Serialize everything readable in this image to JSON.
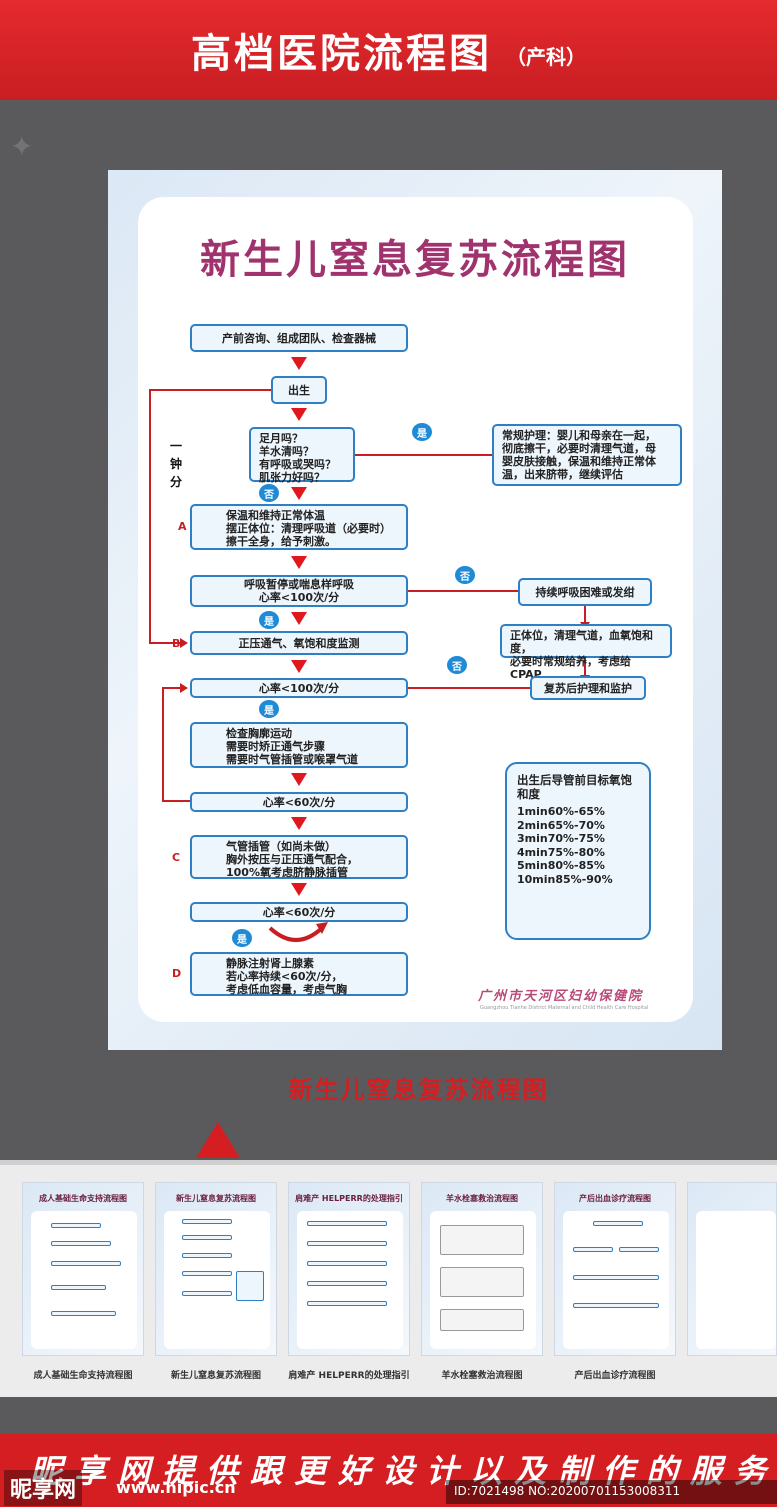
{
  "header": {
    "title": "高档医院流程图",
    "subtitle": "（产科）"
  },
  "poster": {
    "title": "新生儿窒息复苏流程图",
    "steps": {
      "s1": "产前咨询、组成团队、检查器械",
      "s2": "出生",
      "s3": [
        "足月吗？",
        "羊水清吗？",
        "有呼吸或哭吗？",
        "肌张力好吗？"
      ],
      "s4": [
        "保温和维持正常体温",
        "摆正体位：清理呼吸道（必要时）",
        "擦干全身，给予刺激。"
      ],
      "s5": [
        "呼吸暂停或喘息样呼吸",
        "心率<100次/分"
      ],
      "s6": "正压通气、氧饱和度监测",
      "s7": "心率<100次/分",
      "s8": [
        "检查胸廓运动",
        "需要时矫正通气步骤",
        "需要时气管插管或喉罩气道"
      ],
      "s9": "心率<60次/分",
      "s10": [
        "气管插管（如尚未做）",
        "胸外按压与正压通气配合，",
        "100%氧考虑脐静脉插管"
      ],
      "s11": "心率<60次/分",
      "s12": [
        "静脉注射肾上腺素",
        "若心率持续<60次/分，",
        "考虑低血容量，考虑气胸"
      ],
      "r1": [
        "常规护理：婴儿和母亲在一起，",
        "彻底擦干，必要时清理气道，母",
        "婴皮肤接触，保温和维持正常体",
        "温，出来脐带，继续评估"
      ],
      "r2": "持续呼吸困难或发绀",
      "r3": [
        "正体位，清理气道，血氧饱和度，",
        "必要时常规给养，考虑给CPAP"
      ],
      "r4": "复苏后护理和监护"
    },
    "labels": {
      "yes": "是",
      "no": "否",
      "a": "A",
      "b": "B",
      "c": "C",
      "d": "D",
      "minute": "一钟分"
    },
    "spo2": {
      "title": "出生后导管前目标氧饱和度",
      "rows": [
        "1min60%-65%",
        "2min65%-70%",
        "3min70%-75%",
        "4min75%-80%",
        "5min80%-85%",
        "10min85%-90%"
      ]
    },
    "hospital": "广州市天河区妇幼保健院",
    "hospital_en": "Guangzhou Tianhe District Maternal and Child Health Care Hospital"
  },
  "caption": "新生儿窒息复苏流程图",
  "thumbnails": [
    {
      "title": "成人基础生命支持流程图",
      "label": "成人基础生命支持流程图"
    },
    {
      "title": "新生儿窒息复苏流程图",
      "label": "新生儿窒息复苏流程图"
    },
    {
      "title": "肩难产 HELPERR的处理指引",
      "label": "肩难产 HELPERR的处理指引"
    },
    {
      "title": "羊水栓塞救治流程图",
      "label": "羊水栓塞救治流程图"
    },
    {
      "title": "产后出血诊疗流程图",
      "label": "产后出血诊疗流程图"
    }
  ],
  "footer": {
    "slogan": "昵享网提供跟更好设计以及制作的服务",
    "logo": "昵享网",
    "url": "www.nipic.cn",
    "id_text": "ID:7021498 NO:20200701153008311"
  },
  "colors": {
    "red": "#d51e22",
    "blue": "#2f7fc4",
    "title_purple": "#a0336e"
  }
}
